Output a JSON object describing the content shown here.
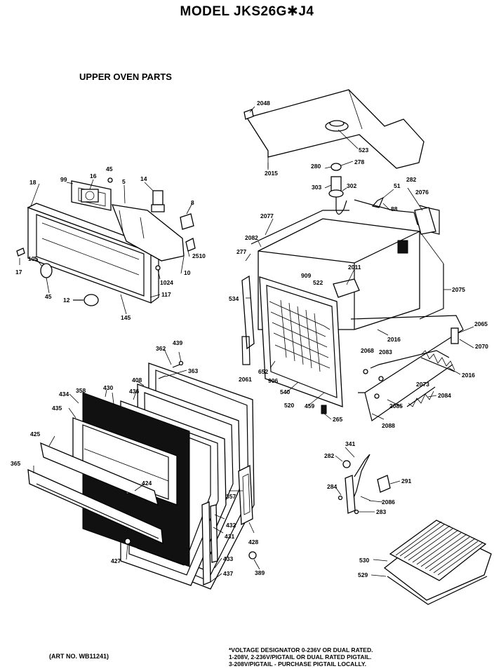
{
  "header": {
    "title": "MODEL JKS26G✱J4",
    "subtitle": "UPPER OVEN PARTS"
  },
  "footer": {
    "art_no": "(ART NO. WB11241)",
    "notes": [
      "*VOLTAGE DESIGNATOR 0-236V OR DUAL RATED.",
      "1-208V, 2-236V/PIGTAIL OR DUAL RATED PIGTAIL.",
      "3-208V/PIGTAIL - PURCHASE PIGTAIL LOCALLY."
    ]
  },
  "parts": {
    "p2048": "2048",
    "p523": "523",
    "p2015": "2015",
    "p280": "280",
    "p278": "278",
    "p303": "303",
    "p302": "302",
    "p51": "51",
    "p282a": "282",
    "p2076": "2076",
    "p88": "88",
    "p2077": "2077",
    "p2082": "2082",
    "p277": "277",
    "p2011": "2011",
    "p909": "909",
    "p522": "522",
    "p534": "534",
    "p2075": "2075",
    "p2016a": "2016",
    "p2065": "2065",
    "p2070": "2070",
    "p2068": "2068",
    "p2083": "2083",
    "p2061": "2061",
    "p652": "652",
    "p906": "906",
    "p540": "540",
    "p520": "520",
    "p459": "459",
    "p265": "265",
    "p2016b": "2016",
    "p2073": "2073",
    "p2085": "2085",
    "p2084": "2084",
    "p2088": "2088",
    "p18": "18",
    "p99": "99",
    "p16": "16",
    "p45a": "45",
    "p5": "5",
    "p14": "14",
    "p8": "8",
    "p2510": "2510",
    "p10": "10",
    "p1024": "1024",
    "p117": "117",
    "p145": "145",
    "p105": "105",
    "p17": "17",
    "p45b": "45",
    "p12": "12",
    "p362": "362",
    "p439": "439",
    "p363": "363",
    "p408": "408",
    "p436": "436",
    "p434": "434",
    "p358": "358",
    "p430": "430",
    "p435": "435",
    "p425": "425",
    "p365": "365",
    "p424": "424",
    "p357": "357",
    "p432": "432",
    "p431": "431",
    "p428": "428",
    "p427": "427",
    "p433": "433",
    "p437": "437",
    "p389": "389",
    "p341": "341",
    "p282b": "282",
    "p284": "284",
    "p291": "291",
    "p2086": "2086",
    "p283": "283",
    "p530": "530",
    "p529": "529"
  }
}
